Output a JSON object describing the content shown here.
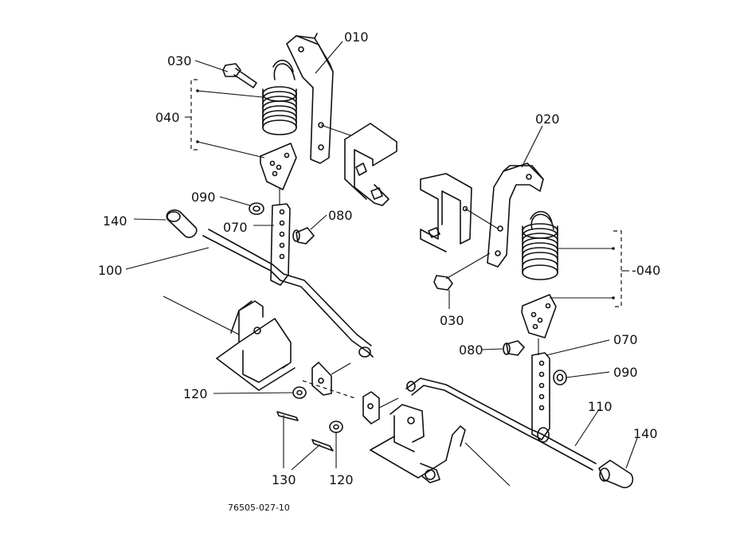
{
  "labels": {
    "l010": "010",
    "l020": "020",
    "l030a": "030",
    "l030b": "030",
    "l040a": "040",
    "l040b": "-040",
    "l070a": "070",
    "l070b": "070",
    "l080a": "080",
    "l080b": "080",
    "l090a": "090",
    "l090b": "090",
    "l100": "100",
    "l110": "110",
    "l120a": "120",
    "l120b": "120",
    "l130": "130",
    "l140a": "140",
    "l140b": "140"
  },
  "drawing_ref": "76505-027-10"
}
